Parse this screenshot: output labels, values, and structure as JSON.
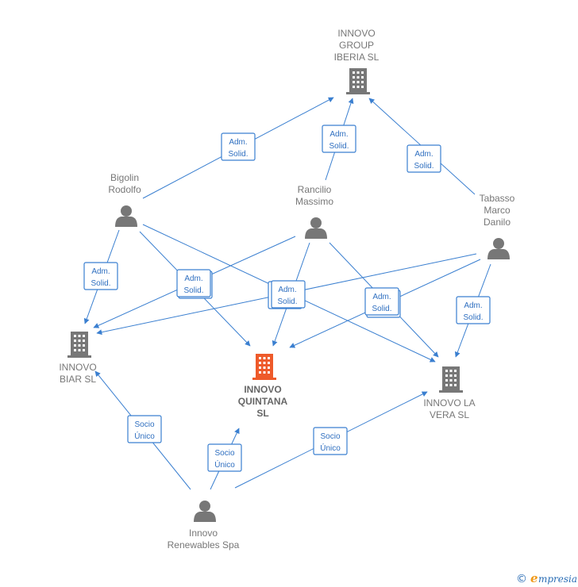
{
  "colors": {
    "edge": "#3a7fd0",
    "node_gray": "#777777",
    "focus": "#ee5a2a",
    "brand_e": "#f09a1a"
  },
  "nodes": {
    "innovo_group_iberia": {
      "lines": [
        "INNOVO",
        "GROUP",
        "IBERIA  SL"
      ],
      "kind": "company"
    },
    "innovo_biar": {
      "lines": [
        "INNOVO",
        "BIAR  SL"
      ],
      "kind": "company"
    },
    "innovo_quintana": {
      "lines": [
        "INNOVO",
        "QUINTANA",
        "SL"
      ],
      "kind": "company-focus"
    },
    "innovo_la_vera": {
      "lines": [
        "INNOVO LA",
        "VERA  SL"
      ],
      "kind": "company"
    },
    "bigolin": {
      "lines": [
        "Bigolin",
        "Rodolfo"
      ],
      "kind": "person"
    },
    "rancilio": {
      "lines": [
        "Rancilio",
        "Massimo"
      ],
      "kind": "person"
    },
    "tabasso": {
      "lines": [
        "Tabasso",
        "Marco",
        "Danilo"
      ],
      "kind": "person"
    },
    "innovo_renewables": {
      "lines": [
        "Innovo",
        "Renewables Spa"
      ],
      "kind": "person"
    }
  },
  "edge_labels": {
    "adm_solid": [
      "Adm.",
      "Solid."
    ],
    "socio_unico": [
      "Socio",
      "Único"
    ]
  },
  "footer": {
    "copyright_symbol": "©",
    "brand_initial": "e",
    "brand_rest": "mpresia"
  }
}
